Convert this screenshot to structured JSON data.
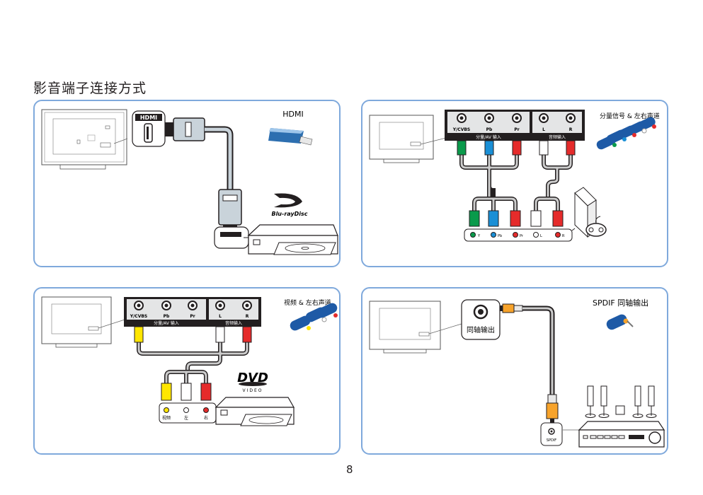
{
  "page": {
    "title": "影音端子连接方式",
    "page_number": "8"
  },
  "panels": [
    {
      "id": "hdmi",
      "heading": "HDMI",
      "port_label": "HDMI",
      "device_logo": "Blu-rayDisc",
      "device": "blu-ray-player"
    },
    {
      "id": "component",
      "heading": "分量信号 & 左右声道",
      "jacks": [
        "Y/CVBS",
        "Pb",
        "Pr",
        "L",
        "R"
      ],
      "group_labels": [
        "分量/AV 输入",
        "音频输入"
      ],
      "device_jacks": [
        "Y",
        "Pb",
        "Pr",
        "L",
        "R"
      ],
      "device": "game-console",
      "colors": {
        "Y": "#0a9a4b",
        "Pb": "#1a8fd6",
        "Pr": "#e52b2b",
        "L": "#ffffff",
        "R": "#e52b2b"
      }
    },
    {
      "id": "composite",
      "heading": "视频 & 左右声道",
      "jacks": [
        "Y/CVBS",
        "Pb",
        "Pr",
        "L",
        "R"
      ],
      "group_labels": [
        "分量/AV 输入",
        "音频输入"
      ],
      "device_jacks": [
        "视频",
        "左",
        "右"
      ],
      "device_logo_main": "DVD",
      "device_logo_sub": "VIDEO",
      "device": "dvd-player",
      "colors": {
        "video": "#ffe600",
        "left": "#ffffff",
        "right": "#e52b2b"
      }
    },
    {
      "id": "spdif",
      "heading": "SPDIF 同轴输出",
      "port_label": "同轴输出",
      "device_jack": "SPDIF",
      "device": "home-theater",
      "colors": {
        "plug": "#f7a32b"
      }
    }
  ],
  "colors": {
    "panel_border": "#7fa9dc",
    "jack_panel": "#231f20"
  }
}
